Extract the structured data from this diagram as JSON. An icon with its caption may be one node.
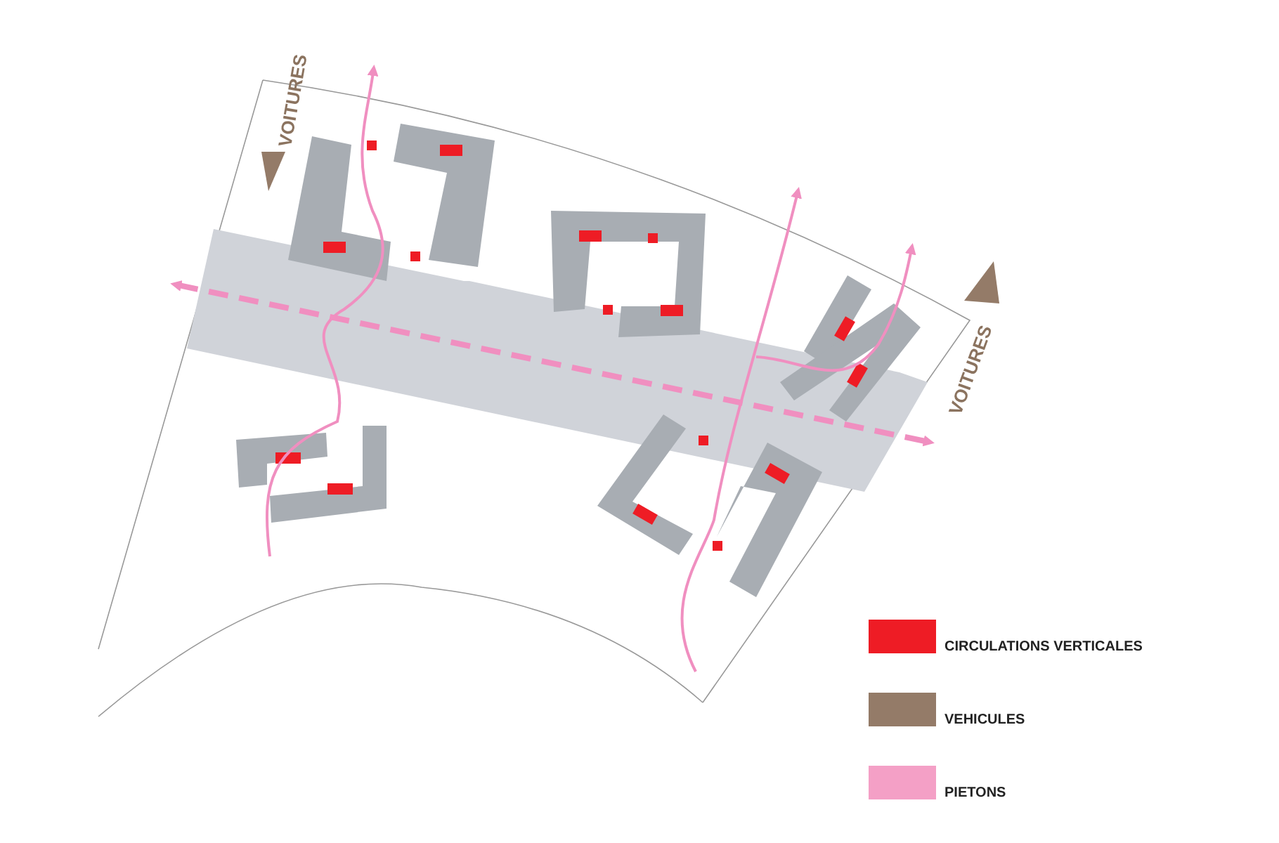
{
  "diagram": {
    "labels": [
      "VOITURES",
      "VOITURES"
    ],
    "legend": [
      {
        "text": "CIRCULATIONS VERTICALES",
        "color": "#ee1c25"
      },
      {
        "text": "VEHICULES",
        "color": "#947b68"
      },
      {
        "text": "PIETONS",
        "color": "#f4a0c6"
      }
    ]
  }
}
